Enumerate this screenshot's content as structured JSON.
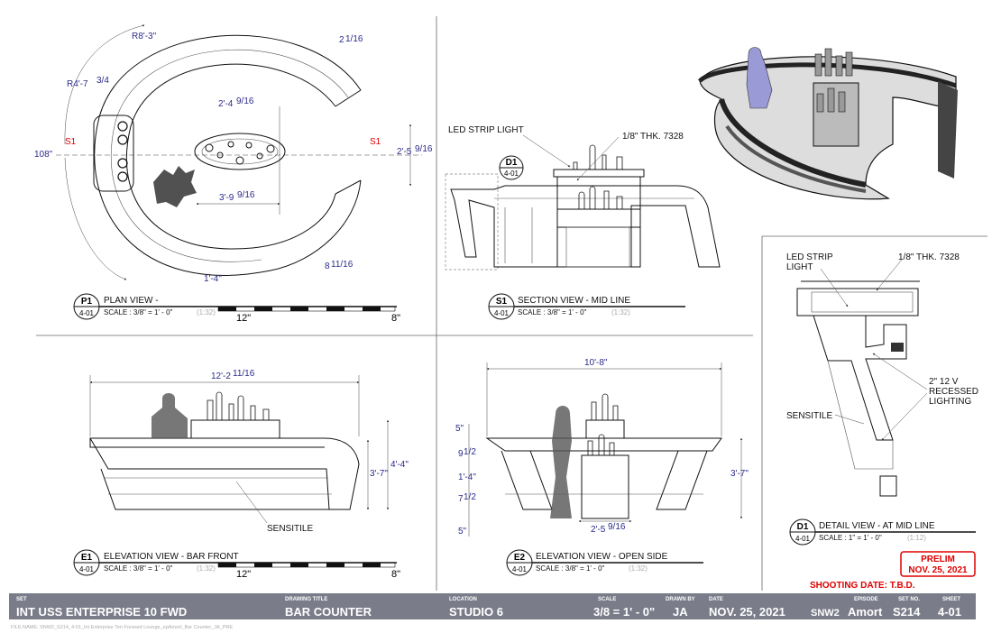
{
  "views": {
    "p1": {
      "code": "P1",
      "sheet": "4-01",
      "title": "PLAN VIEW -",
      "scale": "SCALE : 3/8\" = 1' - 0\"",
      "alt_scale": "(1:32)",
      "bar_left": "12\"",
      "bar_right": "8\""
    },
    "s1": {
      "code": "S1",
      "sheet": "4-01",
      "title": "SECTION VIEW - MID LINE",
      "scale": "SCALE : 3/8\" = 1' - 0\"",
      "alt_scale": "(1:32)"
    },
    "e1": {
      "code": "E1",
      "sheet": "4-01",
      "title": "ELEVATION VIEW - BAR FRONT",
      "scale": "SCALE : 3/8\" = 1' - 0\"",
      "alt_scale": "(1:32)",
      "bar_left": "12\"",
      "bar_right": "8\""
    },
    "e2": {
      "code": "E2",
      "sheet": "4-01",
      "title": "ELEVATION VIEW - OPEN SIDE",
      "scale": "SCALE : 3/8\" = 1' - 0\"",
      "alt_scale": "(1:32)"
    },
    "d1": {
      "code": "D1",
      "sheet": "4-01",
      "title": "DETAIL VIEW - AT MID LINE",
      "scale": "SCALE : 1\" = 1' - 0\"",
      "alt_scale": "(1:12)"
    }
  },
  "plan_dims": {
    "r1": "R8'-3\"",
    "r2": "R4'-7",
    "r2_frac": "3/4",
    "total": "108\"",
    "d_top": "2",
    "d_top_frac": "1/16",
    "d_top_unit": "\"",
    "d_mid": "2'-4",
    "d_mid_frac": "9/16",
    "d_mid_unit": "\"",
    "d_right": "2'-5",
    "d_right_frac": "9/16",
    "d_right_unit": "\"",
    "d_inner": "3'-9",
    "d_inner_frac": "9/16",
    "d_inner_unit": "\"",
    "d_bottom": "1'-4\"",
    "d_br": "8",
    "d_br_frac": "11/16",
    "d_br_unit": "\"",
    "s1_left": "S1",
    "s1_right": "S1"
  },
  "section_labels": {
    "led": "LED STRIP LIGHT",
    "thk": "1/8\" THK. 7328",
    "callout_code": "D1",
    "callout_sheet": "4-01"
  },
  "e1_dims": {
    "width": "12'-2",
    "width_frac": "11/16",
    "width_unit": "\"",
    "h1": "3'-7\"",
    "h2": "4'-4\"",
    "material": "SENSITILE"
  },
  "e2_dims": {
    "width": "10'-8\"",
    "h": "3'-7\"",
    "a": "5\"",
    "b": "9",
    "b_frac": "1/2",
    "c": "1'-4\"",
    "d": "7",
    "d_frac": "1/2",
    "e": "5\"",
    "inner": "2'-5",
    "inner_frac": "9/16",
    "inner_unit": "\""
  },
  "detail_labels": {
    "led_a": "LED STRIP",
    "led_b": "LIGHT",
    "thk": "1/8\" THK. 7328",
    "light_a": "2\" 12 V",
    "light_b": "RECESSED",
    "light_c": "LIGHTING",
    "material": "SENSITILE"
  },
  "stamp": {
    "line1": "PRELIM",
    "line2": "NOV. 25, 2021",
    "shooting": "SHOOTING DATE:  T.B.D."
  },
  "title_block": {
    "set_h": "SET",
    "set": "INT USS ENTERPRISE 10 FWD",
    "title_h": "DRAWING TITLE",
    "title": "BAR COUNTER",
    "loc_h": "LOCATION",
    "loc": "STUDIO 6",
    "scale_h": "SCALE",
    "scale": "3/8 = 1' - 0\"",
    "drawn_h": "DRAWN BY",
    "drawn": "JA",
    "date_h": "DATE",
    "date": "NOV. 25, 2021",
    "series": "SNW2",
    "ep_h": "EPISODE",
    "ep": "Amort",
    "setno_h": "SET NO.",
    "setno": "S214",
    "sheet_h": "SHEET",
    "sheet": "4-01"
  },
  "file_name": "FILE NAME: SNW2_S214_4-01_Int Enterprise Ten Forward Lounge_epAmort_Bar Counter_JA_PRE"
}
